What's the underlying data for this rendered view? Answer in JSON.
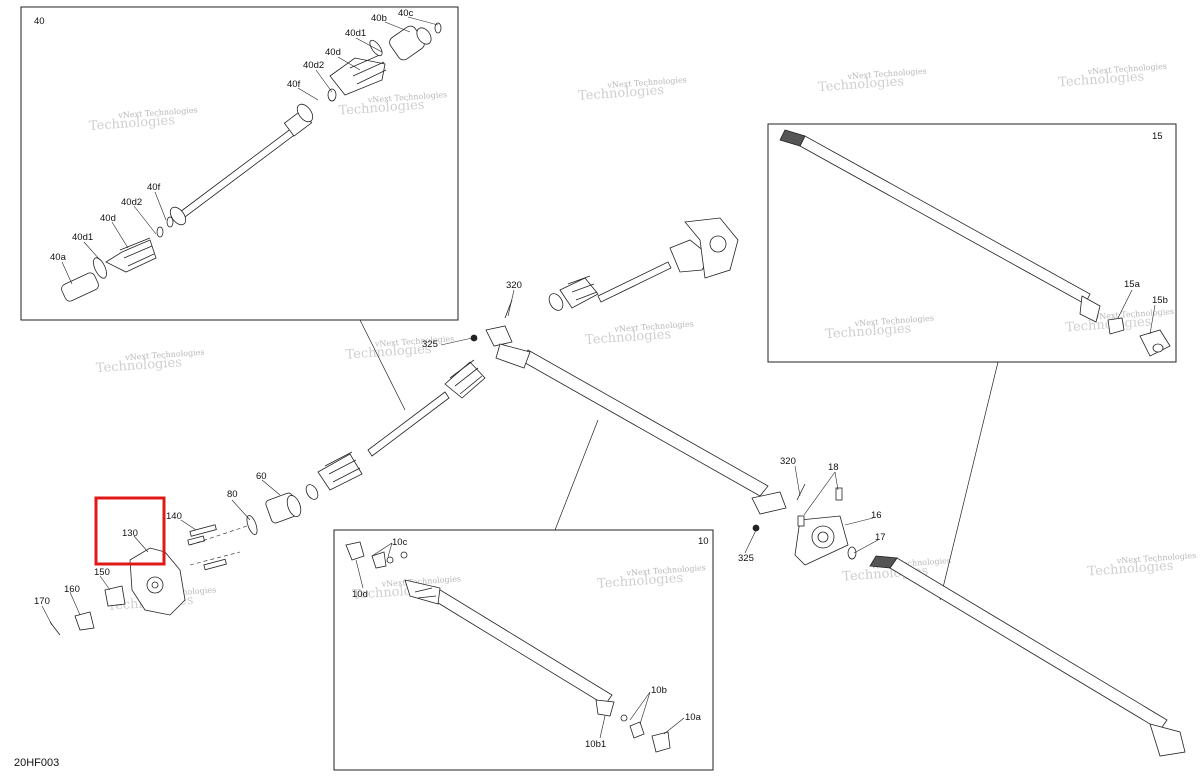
{
  "diagram_code": "20HF003",
  "watermark": {
    "line1": "vNext Technologies",
    "line2": "Technologies"
  },
  "highlight_color": "#e01818",
  "boxes": {
    "box_40": "40",
    "box_15": "15",
    "box_10": "10"
  },
  "labels": {
    "l40b": "40b",
    "l40c": "40c",
    "l40d1_top": "40d1",
    "l40d_top": "40d",
    "l40d2_top": "40d2",
    "l40f_top": "40f",
    "l40f_bot": "40f",
    "l40d2_bot": "40d2",
    "l40d_bot": "40d",
    "l40d1_bot": "40d1",
    "l40a": "40a",
    "l15a": "15a",
    "l15b": "15b",
    "l320_top": "320",
    "l325_top": "325",
    "l320_mid": "320",
    "l325_mid": "325",
    "l18": "18",
    "l16": "16",
    "l17": "17",
    "l60": "60",
    "l80": "80",
    "l140": "140",
    "l130": "130",
    "l150": "150",
    "l160": "160",
    "l170": "170",
    "l10c": "10c",
    "l10d": "10d",
    "l10b": "10b",
    "l10a": "10a",
    "l10b1": "10b1"
  }
}
